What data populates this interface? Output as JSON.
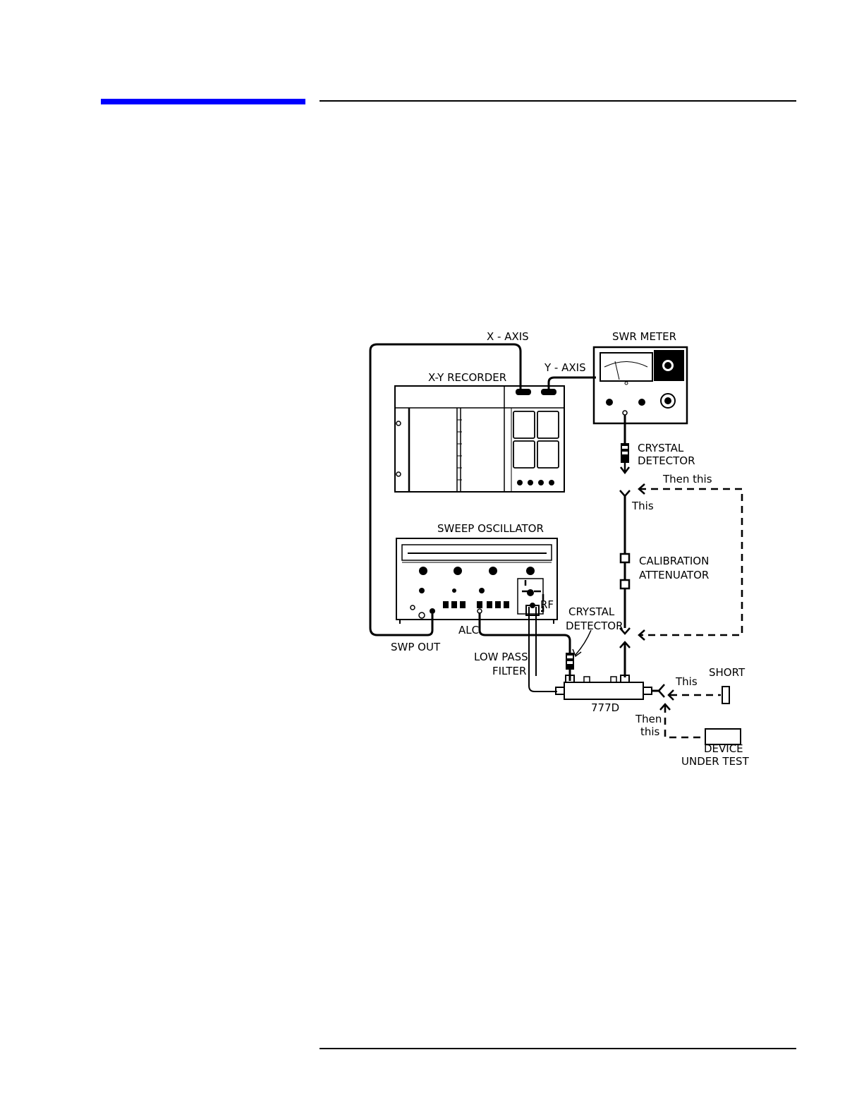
{
  "header": {
    "accent_color": "#0000ff"
  },
  "diagram": {
    "labels": {
      "x_axis": "X - AXIS",
      "swr_meter": "SWR METER",
      "y_axis": "Y - AXIS",
      "xy_recorder": "X-Y RECORDER",
      "crystal_detector_1_line1": "CRYSTAL",
      "crystal_detector_1_line2": "DETECTOR",
      "then_this_1": "Then this",
      "this_1": "This",
      "sweep_oscillator": "SWEEP OSCILLATOR",
      "calibration_line1": "CALIBRATION",
      "calibration_line2": "ATTENUATOR",
      "rf": "RF",
      "crystal_detector_2_line1": "CRYSTAL",
      "crystal_detector_2_line2": "DETECTOR",
      "alc": "ALC",
      "swp_out": "SWP OUT",
      "low_pass_line1": "LOW PASS",
      "low_pass_line2": "FILTER",
      "short": "SHORT",
      "this_2": "This",
      "coupler": "777D",
      "then_2_line1": "Then",
      "then_2_line2": "this",
      "dut_line1": "DEVICE",
      "dut_line2": "UNDER TEST"
    }
  }
}
